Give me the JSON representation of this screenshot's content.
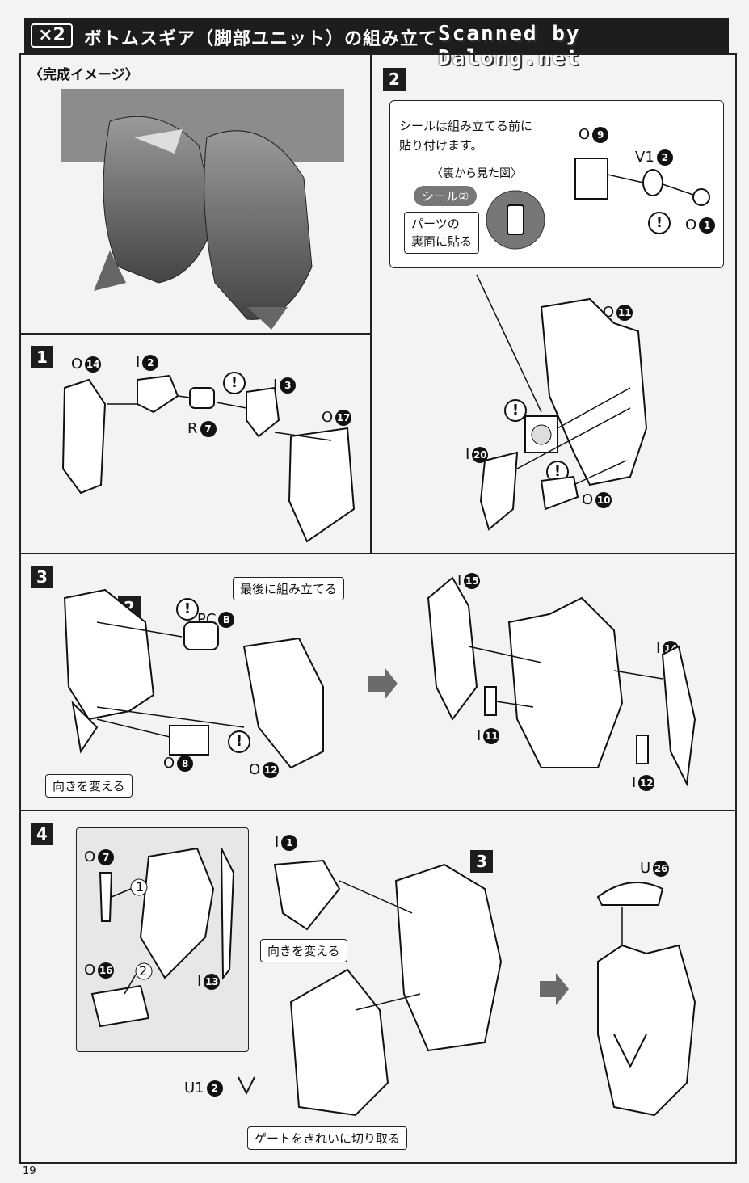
{
  "header": {
    "multiplier": "×2",
    "title": "ボトムスギア（脚部ユニット）の組み立て",
    "watermark": "Scanned by Dalong.net"
  },
  "complete_image": {
    "heading": "〈完成イメージ〉"
  },
  "step1": {
    "number": "1",
    "labels": {
      "o14": "O",
      "o14n": "14",
      "i2": "I",
      "i2n": "2",
      "i3": "I",
      "i3n": "3",
      "r7": "R",
      "r7n": "7",
      "o17": "O",
      "o17n": "17"
    }
  },
  "step2": {
    "number": "2",
    "sticker_note": "シールは組み立てる前に\n貼り付けます。",
    "back_view": "〈裏から見た図〉",
    "sticker_label": "シール②",
    "apply_note": "パーツの\n裏面に貼る",
    "labels": {
      "o9": "O",
      "o9n": "9",
      "v12": "V1",
      "v12n": "2",
      "o1": "O",
      "o1n": "1",
      "o11": "O",
      "o11n": "11",
      "i20": "I",
      "i20n": "20",
      "o10": "O",
      "o10n": "10"
    }
  },
  "step3": {
    "number": "3",
    "sub2": "2",
    "last_note": "最後に組み立てる",
    "turn_note": "向きを変える",
    "labels": {
      "pcb": "PC",
      "pcbn": "B",
      "o8": "O",
      "o8n": "8",
      "o12": "O",
      "o12n": "12",
      "i15": "I",
      "i15n": "15",
      "i14": "I",
      "i14n": "14",
      "i11": "I",
      "i11n": "11",
      "i12": "I",
      "i12n": "12"
    }
  },
  "step4": {
    "number": "4",
    "sub3": "3",
    "turn_note": "向きを変える",
    "gate_note": "ゲートをきれいに切り取る",
    "callouts": [
      "1",
      "2"
    ],
    "labels": {
      "o7": "O",
      "o7n": "7",
      "o16": "O",
      "o16n": "16",
      "i13": "I",
      "i13n": "13",
      "i1": "I",
      "i1n": "1",
      "u12": "U1",
      "u12n": "2",
      "u26": "U",
      "u26n": "26"
    }
  },
  "page_number": "19"
}
